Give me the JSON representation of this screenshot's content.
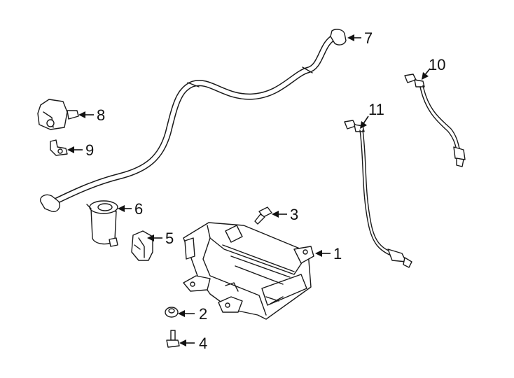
{
  "diagram": {
    "callouts": [
      {
        "id": "1",
        "label": "1"
      },
      {
        "id": "2",
        "label": "2"
      },
      {
        "id": "3",
        "label": "3"
      },
      {
        "id": "4",
        "label": "4"
      },
      {
        "id": "5",
        "label": "5"
      },
      {
        "id": "6",
        "label": "6"
      },
      {
        "id": "7",
        "label": "7"
      },
      {
        "id": "8",
        "label": "8"
      },
      {
        "id": "9",
        "label": "9"
      },
      {
        "id": "10",
        "label": "10"
      },
      {
        "id": "11",
        "label": "11"
      }
    ],
    "colors": {
      "line": "#1a1a1a",
      "background": "#ffffff",
      "text": "#111111"
    }
  }
}
